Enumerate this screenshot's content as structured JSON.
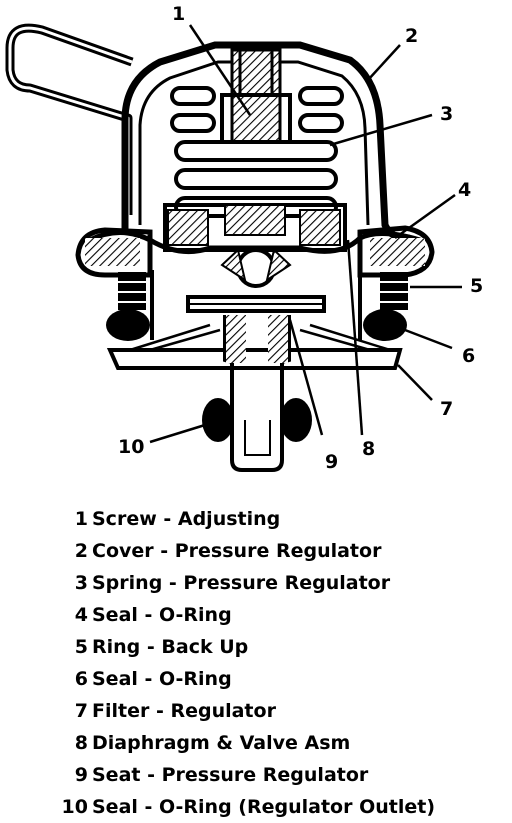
{
  "callouts": {
    "c1": "1",
    "c2": "2",
    "c3": "3",
    "c4": "4",
    "c5": "5",
    "c6": "6",
    "c7": "7",
    "c8": "8",
    "c9": "9",
    "c10": "10"
  },
  "legend": [
    {
      "num": "1",
      "text": "Screw - Adjusting"
    },
    {
      "num": "2",
      "text": "Cover - Pressure Regulator"
    },
    {
      "num": "3",
      "text": "Spring - Pressure Regulator"
    },
    {
      "num": "4",
      "text": "Seal - O-Ring"
    },
    {
      "num": "5",
      "text": "Ring - Back Up"
    },
    {
      "num": "6",
      "text": "Seal - O-Ring"
    },
    {
      "num": "7",
      "text": "Filter - Regulator"
    },
    {
      "num": "8",
      "text": "Diaphragm & Valve Asm"
    },
    {
      "num": "9",
      "text": "Seat - Pressure Regulator"
    },
    {
      "num": "10",
      "text": "Seal - O-Ring (Regulator Outlet)"
    }
  ]
}
